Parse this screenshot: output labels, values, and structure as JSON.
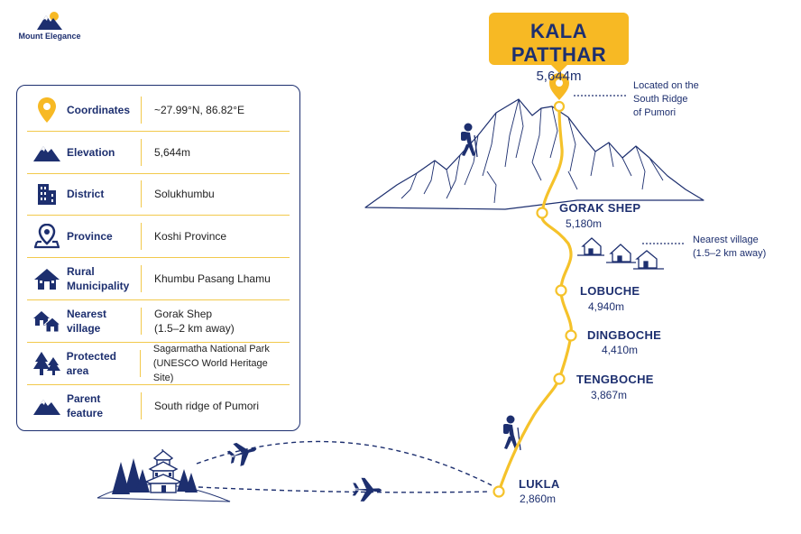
{
  "logo": {
    "text": "Mount Elegance"
  },
  "info_rows": [
    {
      "icon": "map-pin-icon",
      "label": "Coordinates",
      "value": "~27.99°N, 86.82°E"
    },
    {
      "icon": "mountain-icon",
      "label": "Elevation",
      "value": "5,644m"
    },
    {
      "icon": "building-icon",
      "label": "District",
      "value": "Solukhumbu"
    },
    {
      "icon": "map-location-icon",
      "label": "Province",
      "value": "Koshi Province"
    },
    {
      "icon": "house-icon",
      "label": "Rural\nMunicipality",
      "value": "Khumbu Pasang Lhamu"
    },
    {
      "icon": "village-icon",
      "label": "Nearest\nvillage",
      "value": "Gorak Shep\n(1.5–2 km away)"
    },
    {
      "icon": "pine-trees-icon",
      "label": "Protected\narea",
      "value": "Sagarmatha National Park\n(UNESCO World Heritage Site)"
    },
    {
      "icon": "mountain-icon",
      "label": "Parent\nfeature",
      "value": "South ridge of Pumori"
    }
  ],
  "peak": {
    "name": "KALA PATTHAR",
    "elevation": "5,644m"
  },
  "peak_note": "Located on the\nSouth Ridge\nof Pumori",
  "village_note": "Nearest village\n(1.5–2 km away)",
  "stops": [
    {
      "name": "GORAK SHEP",
      "elevation": "5,180m"
    },
    {
      "name": "LOBUCHE",
      "elevation": "4,940m"
    },
    {
      "name": "DINGBOCHE",
      "elevation": "4,410m"
    },
    {
      "name": "TENGBOCHE",
      "elevation": "3,867m"
    },
    {
      "name": "LUKLA",
      "elevation": "2,860m"
    }
  ],
  "colors": {
    "navy": "#1d2f6f",
    "gold": "#f7b924",
    "route": "#f5c22a"
  }
}
